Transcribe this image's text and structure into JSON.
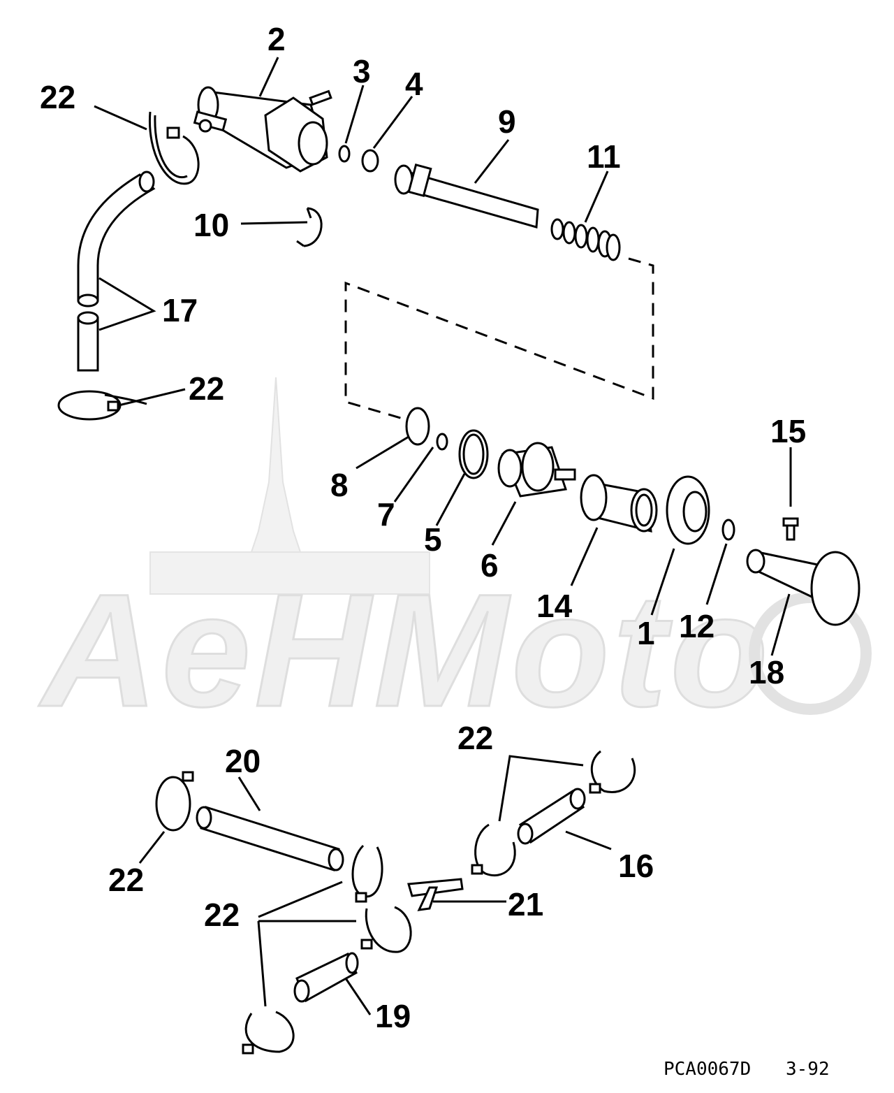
{
  "watermark": {
    "text": "AeHMoto"
  },
  "labels": {
    "p1": "1",
    "p2": "2",
    "p3": "3",
    "p4": "4",
    "p5": "5",
    "p6": "6",
    "p7": "7",
    "p8": "8",
    "p9": "9",
    "p10": "10",
    "p11": "11",
    "p12": "12",
    "p14": "14",
    "p15": "15",
    "p16": "16",
    "p17": "17",
    "p18": "18",
    "p19": "19",
    "p20": "20",
    "p21": "21",
    "p22": "22"
  },
  "footer": {
    "code": "PCA0067D",
    "date": "3-92"
  }
}
